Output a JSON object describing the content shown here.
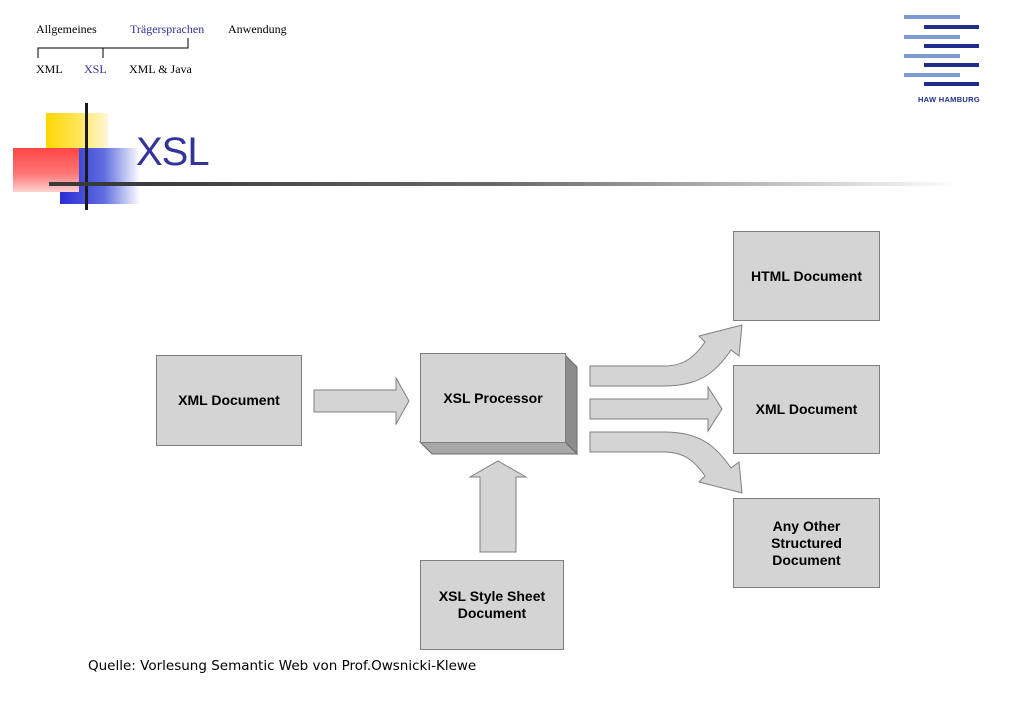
{
  "nav": {
    "top": [
      "Allgemeines",
      "Trägersprachen",
      "Anwendung"
    ],
    "sub": [
      "XML",
      "XSL",
      "XML & Java"
    ],
    "active_top": "Trägersprachen",
    "active_sub": "XSL"
  },
  "logo": {
    "text": "HAW HAMBURG"
  },
  "slide": {
    "title": "XSL"
  },
  "diagram": {
    "xml_input": "XML Document",
    "processor": "XSL Processor",
    "stylesheet": "XSL Style Sheet\nDocument",
    "outputs": [
      "HTML Document",
      "XML Document",
      "Any Other\nStructured\nDocument"
    ]
  },
  "caption": "Quelle: Vorlesung Semantic Web von Prof.Owsnicki-Klewe",
  "colors": {
    "accent": "#333399",
    "box_fill": "#d4d4d4",
    "box_border": "#7f7f7f",
    "logo_dark": "#1f2e8a",
    "logo_light": "#7d9bd0"
  }
}
